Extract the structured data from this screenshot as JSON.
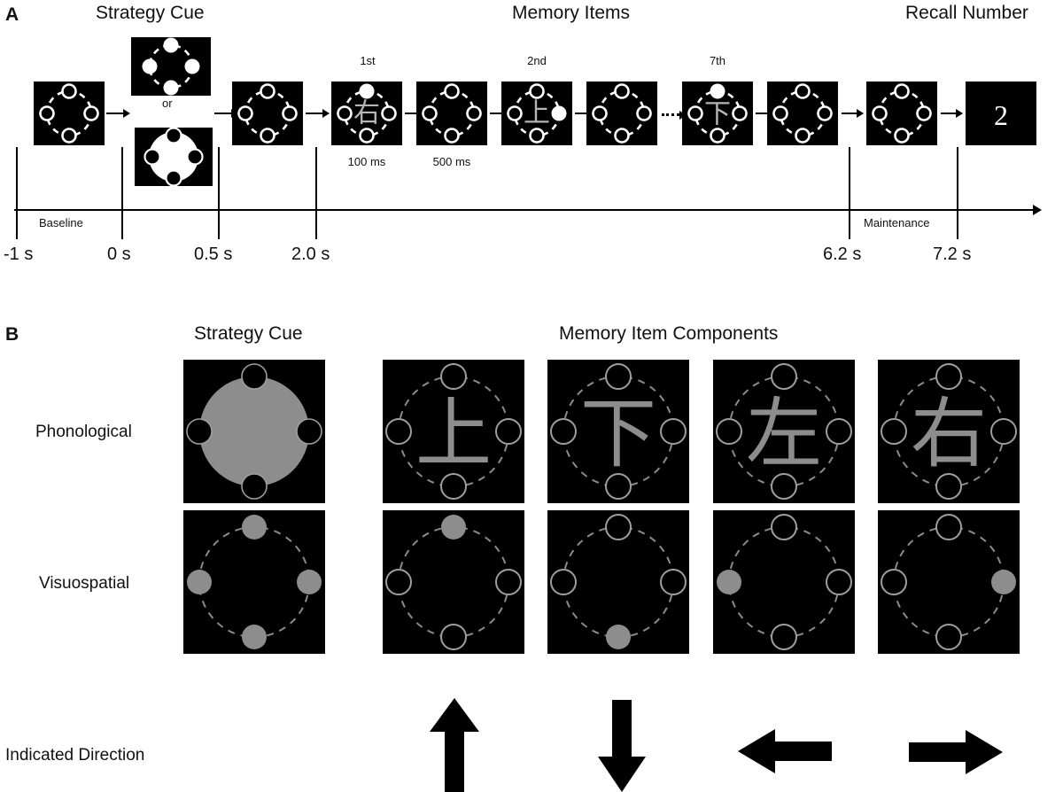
{
  "figure": {
    "panelA": {
      "letter": "A",
      "titles": {
        "strategy_cue": "Strategy Cue",
        "memory_items": "Memory Items",
        "recall_number": "Recall Number"
      },
      "or_label": "or",
      "ordinals": {
        "first": "1st",
        "second": "2nd",
        "seventh": "7th"
      },
      "durations": {
        "item": "100 ms",
        "blank": "500 ms"
      },
      "epochs": {
        "baseline": "Baseline",
        "maintenance": "Maintenance"
      },
      "timepoints": [
        "-1 s",
        "0 s",
        "0.5 s",
        "2.0 s",
        "6.2 s",
        "7.2 s"
      ],
      "recall_number_value": "2",
      "sequence": [
        {
          "name": "fixation-baseline",
          "kind": "ring",
          "char": "",
          "filled": "none"
        },
        {
          "name": "cue-visuospatial",
          "kind": "cue-visuospatial",
          "char": "",
          "filled": "all"
        },
        {
          "name": "cue-phonological",
          "kind": "cue-phonological",
          "char": "",
          "filled": "none"
        },
        {
          "name": "fixation-after-cue",
          "kind": "ring",
          "char": "",
          "filled": "none"
        },
        {
          "name": "memory-item-1",
          "kind": "item",
          "char": "右",
          "filled": "top"
        },
        {
          "name": "blank-1",
          "kind": "ring",
          "char": "",
          "filled": "none"
        },
        {
          "name": "memory-item-2",
          "kind": "item",
          "char": "上",
          "filled": "right"
        },
        {
          "name": "blank-2",
          "kind": "ring",
          "char": "",
          "filled": "none"
        },
        {
          "name": "memory-item-7",
          "kind": "item",
          "char": "下",
          "filled": "top"
        },
        {
          "name": "blank-7",
          "kind": "ring",
          "char": "",
          "filled": "none"
        },
        {
          "name": "maintenance-fixation",
          "kind": "ring",
          "char": "",
          "filled": "none"
        },
        {
          "name": "recall-number",
          "kind": "number",
          "char": "2",
          "filled": "none"
        }
      ]
    },
    "panelB": {
      "letter": "B",
      "titles": {
        "strategy_cue": "Strategy Cue",
        "memory_item_components": "Memory Item Components"
      },
      "row_labels": [
        "Phonological",
        "Visuospatial"
      ],
      "indicated_direction_label": "Indicated Direction",
      "phonological_items": [
        {
          "name": "component-up",
          "char": "上"
        },
        {
          "name": "component-down",
          "char": "下"
        },
        {
          "name": "component-left",
          "char": "左"
        },
        {
          "name": "component-right",
          "char": "右"
        }
      ],
      "visuospatial_items": [
        {
          "name": "component-dot-up",
          "filled": "top"
        },
        {
          "name": "component-dot-down",
          "filled": "bottom"
        },
        {
          "name": "component-dot-left",
          "filled": "left"
        },
        {
          "name": "component-dot-right",
          "filled": "right"
        }
      ],
      "directions": [
        "up",
        "down",
        "left",
        "right"
      ]
    },
    "colors": {
      "background": "#ffffff",
      "tile_background": "#000000",
      "stimulus_gray": "#808080",
      "stimulus_white": "#ffffff",
      "ink": "#111111"
    }
  }
}
